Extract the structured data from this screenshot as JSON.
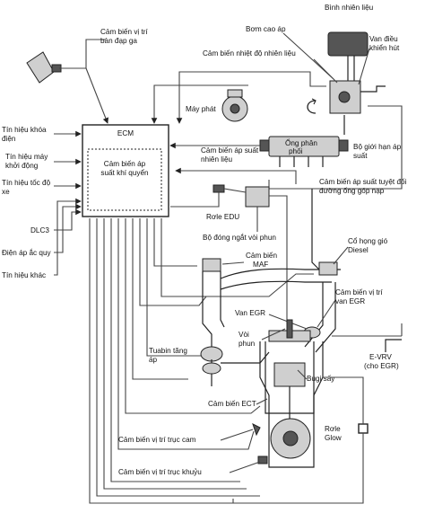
{
  "labels": {
    "binh_nhien_lieu": "Bình nhiên liệu",
    "bom_cao_ap": "Bơm cao áp",
    "van_dieu_khien_hut_1": "Van điều",
    "van_dieu_khien_hut_2": "khiển hút",
    "cb_vi_tri_ban_dap_ga_1": "Cảm biến vị trí",
    "cb_vi_tri_ban_dap_ga_2": "bàn đạp ga",
    "cb_nhiet_do_nhien_lieu": "Cảm biến nhiệt độ nhiên liệu",
    "may_phat": "Máy phát",
    "ecm": "ECM",
    "cb_ap_suat_khi_quyen_1": "Cảm biến áp",
    "cb_ap_suat_khi_quyen_2": "suất khí quyển",
    "tin_hieu_khoa_dien_1": "Tín hiệu khóa",
    "tin_hieu_khoa_dien_2": "điện",
    "tin_hieu_may_khoi_dong_1": "Tín hiệu máy",
    "tin_hieu_may_khoi_dong_2": "khởi động",
    "tin_hieu_toc_do_xe_1": "Tín hiệu tốc độ",
    "tin_hieu_toc_do_xe_2": "xe",
    "dlc3": "DLC3",
    "dien_ap_ac_quy": "Điện áp ắc quy",
    "tin_hieu_khac": "Tín hiệu khác",
    "cb_ap_suat_nhien_lieu_1": "Cảm biến áp suất",
    "cb_ap_suat_nhien_lieu_2": "nhiên liệu",
    "ong_phan_phoi_1": "Ống phân",
    "ong_phan_phoi_2": "phối",
    "bo_gioi_han_ap_suat_1": "Bộ giới hạn áp",
    "bo_gioi_han_ap_suat_2": "suất",
    "cb_ap_suat_tuyet_doi_1": "Cảm biến áp suất tuyệt đối",
    "cb_ap_suat_tuyet_doi_2": "đường ống góp nạp",
    "role_edu": "Rơle EDU",
    "bo_dong_ngat_voi_phun": "Bộ đóng ngắt vòi phun",
    "co_hong_gio_1": "Cổ họng gió",
    "co_hong_gio_2": "Diesel",
    "cb_maf_1": "Cảm biến",
    "cb_maf_2": "MAF",
    "cb_vi_tri_van_egr_1": "Cảm biến vị trí",
    "cb_vi_tri_van_egr_2": "van EGR",
    "van_egr": "Van EGR",
    "voi_phun_1": "Vòi",
    "voi_phun_2": "phun",
    "tuabin_tang_ap_1": "Tuabin tăng",
    "tuabin_tang_ap_2": "áp",
    "e_vrv_1": "E-VRV",
    "e_vrv_2": "(cho EGR)",
    "bugi_say": "Bugi sấy",
    "cb_ect": "Cảm biến ECT",
    "role_glow_1": "Rơle",
    "role_glow_2": "Glow",
    "cb_vi_tri_truc_cam": "Cảm biến vị trí trục cam",
    "cb_vi_tri_truc_khuyu": "Cảm biến vị trí trục khuỷu"
  },
  "colors": {
    "line": "#222222",
    "part_fill": "#cfcfcf",
    "dark_fill": "#555555"
  }
}
